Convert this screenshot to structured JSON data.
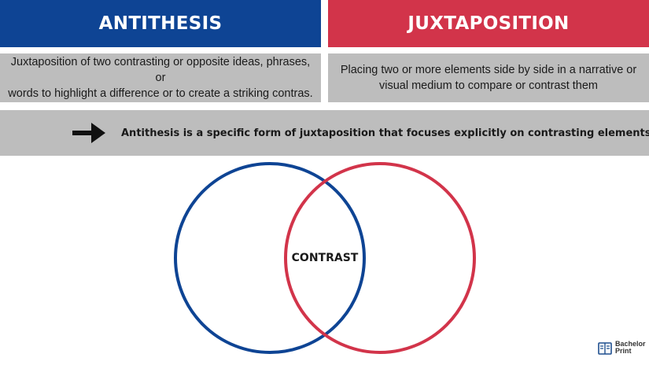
{
  "headers": {
    "left": "ANTITHESIS",
    "right": "JUXTAPOSITION"
  },
  "descriptions": {
    "left_line1": "Juxtaposition of two contrasting or opposite ideas, phrases, or",
    "left_line2": "words to highlight a difference or to create a striking contras.",
    "right_line1": "Placing two or more elements side by side in a narrative or",
    "right_line2": "visual medium to compare or contrast them"
  },
  "banner": {
    "icon": "arrow-right-icon",
    "text": "Antithesis is a specific form of juxtaposition that focuses explicitly on contrasting elements"
  },
  "venn": {
    "overlap_label": "CONTRAST"
  },
  "logo": {
    "line1": "Bachelor",
    "line2": "Print"
  },
  "colors": {
    "blue": "#0e4494",
    "red": "#d2344a",
    "gray": "#bdbdbd",
    "text": "#1a1a1a"
  }
}
